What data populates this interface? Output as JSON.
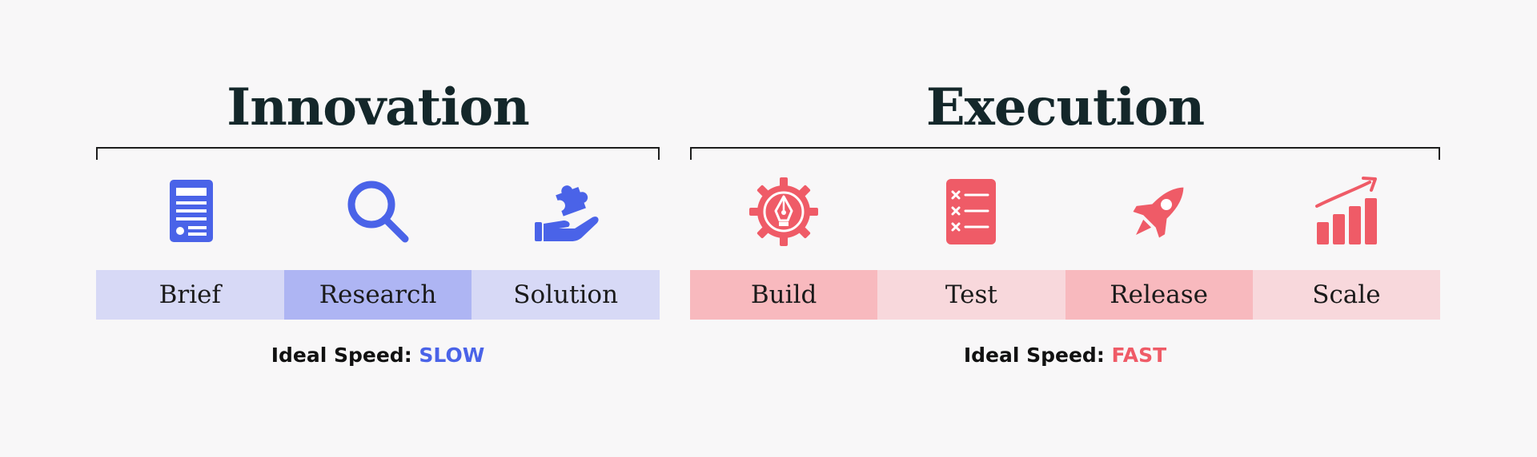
{
  "groups": [
    {
      "title": "Innovation",
      "accent": "#4a63e8",
      "speed_label": "Ideal Speed:",
      "speed_value": "SLOW",
      "stages": [
        {
          "label": "Brief",
          "icon": "document-icon",
          "bg": "#d7d9f6"
        },
        {
          "label": "Research",
          "icon": "magnifier-icon",
          "bg": "#aeb5f3"
        },
        {
          "label": "Solution",
          "icon": "hand-puzzle-icon",
          "bg": "#d7d9f6"
        }
      ]
    },
    {
      "title": "Execution",
      "accent": "#ef5b67",
      "speed_label": "Ideal Speed:",
      "speed_value": "FAST",
      "stages": [
        {
          "label": "Build",
          "icon": "gear-pen-icon",
          "bg": "#f8b9be"
        },
        {
          "label": "Test",
          "icon": "checklist-icon",
          "bg": "#f8d8dc"
        },
        {
          "label": "Release",
          "icon": "rocket-icon",
          "bg": "#f8b9be"
        },
        {
          "label": "Scale",
          "icon": "growth-chart-icon",
          "bg": "#f8d8dc"
        }
      ]
    }
  ]
}
